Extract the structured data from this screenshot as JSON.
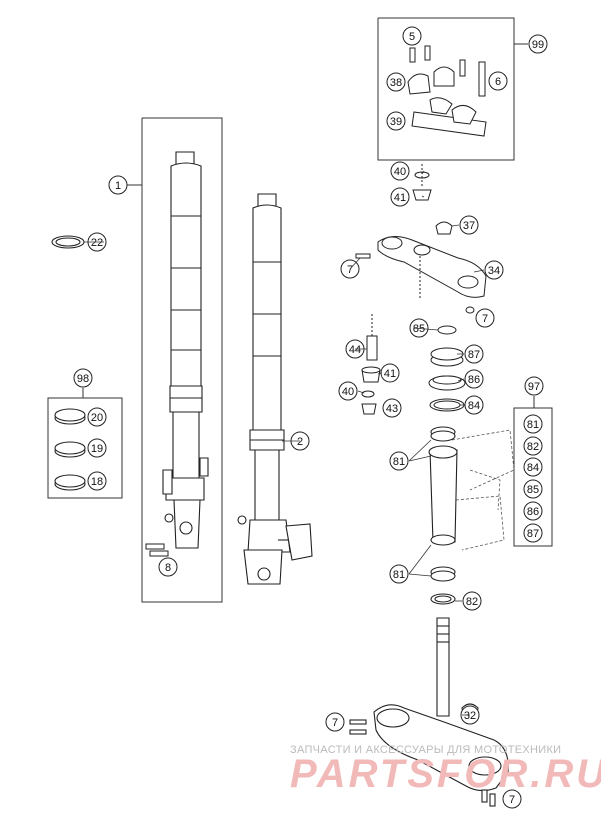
{
  "callouts": [
    "1",
    "2",
    "5",
    "6",
    "7",
    "8",
    "18",
    "19",
    "20",
    "22",
    "32",
    "34",
    "37",
    "38",
    "39",
    "40",
    "41",
    "43",
    "44",
    "81",
    "82",
    "84",
    "85",
    "86",
    "87",
    "97",
    "98",
    "99"
  ],
  "kit_97_items": [
    "81",
    "82",
    "84",
    "85",
    "86",
    "87"
  ],
  "kit_98_items": [
    "20",
    "19",
    "18"
  ],
  "kit_99_items": [
    "5",
    "6",
    "38",
    "39"
  ],
  "watermark": {
    "text": "ЗАПЧАСТИ И АКСЕССУАРЫ ДЛЯ МОТОТЕХНИКИ",
    "logo": "PARTSFOR.RU",
    "color": "#f2b9b9"
  }
}
